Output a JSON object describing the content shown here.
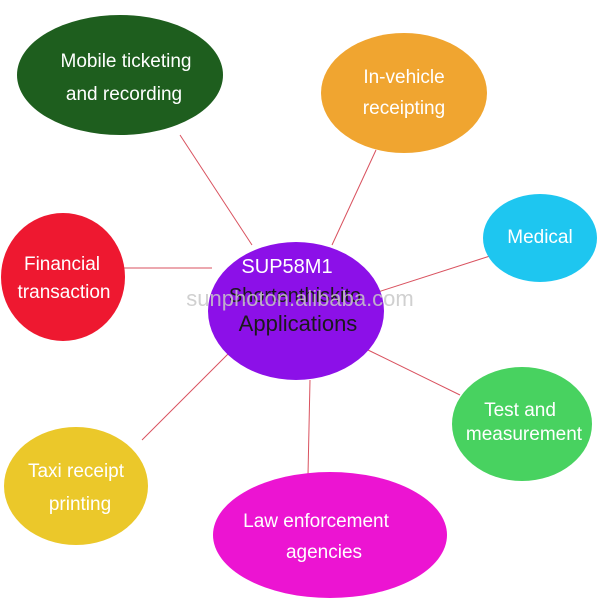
{
  "center": {
    "line1": "SUP58M1",
    "line2": "Shortenthiskito",
    "line3": "Applications",
    "color": "#8c10e8"
  },
  "watermark": "sunphoton.alibaba.com",
  "line_color": "#d9525f",
  "nodes": [
    {
      "id": "mobile",
      "lines": [
        "Mobile ticketing",
        "and recording"
      ],
      "color": "#1e5e1e"
    },
    {
      "id": "invehicle",
      "lines": [
        "In-vehicle",
        "receipting"
      ],
      "color": "#f0a530"
    },
    {
      "id": "medical",
      "lines": [
        "Medical"
      ],
      "color": "#1ec6f0"
    },
    {
      "id": "test",
      "lines": [
        "Test and",
        "measurement"
      ],
      "color": "#48d260"
    },
    {
      "id": "law",
      "lines": [
        "Law enforcement",
        "agencies"
      ],
      "color": "#ec14d2"
    },
    {
      "id": "taxi",
      "lines": [
        "Taxi receipt",
        "printing"
      ],
      "color": "#ebc82a"
    },
    {
      "id": "financial",
      "lines": [
        "Financial",
        "transaction"
      ],
      "color": "#ee1830"
    }
  ]
}
